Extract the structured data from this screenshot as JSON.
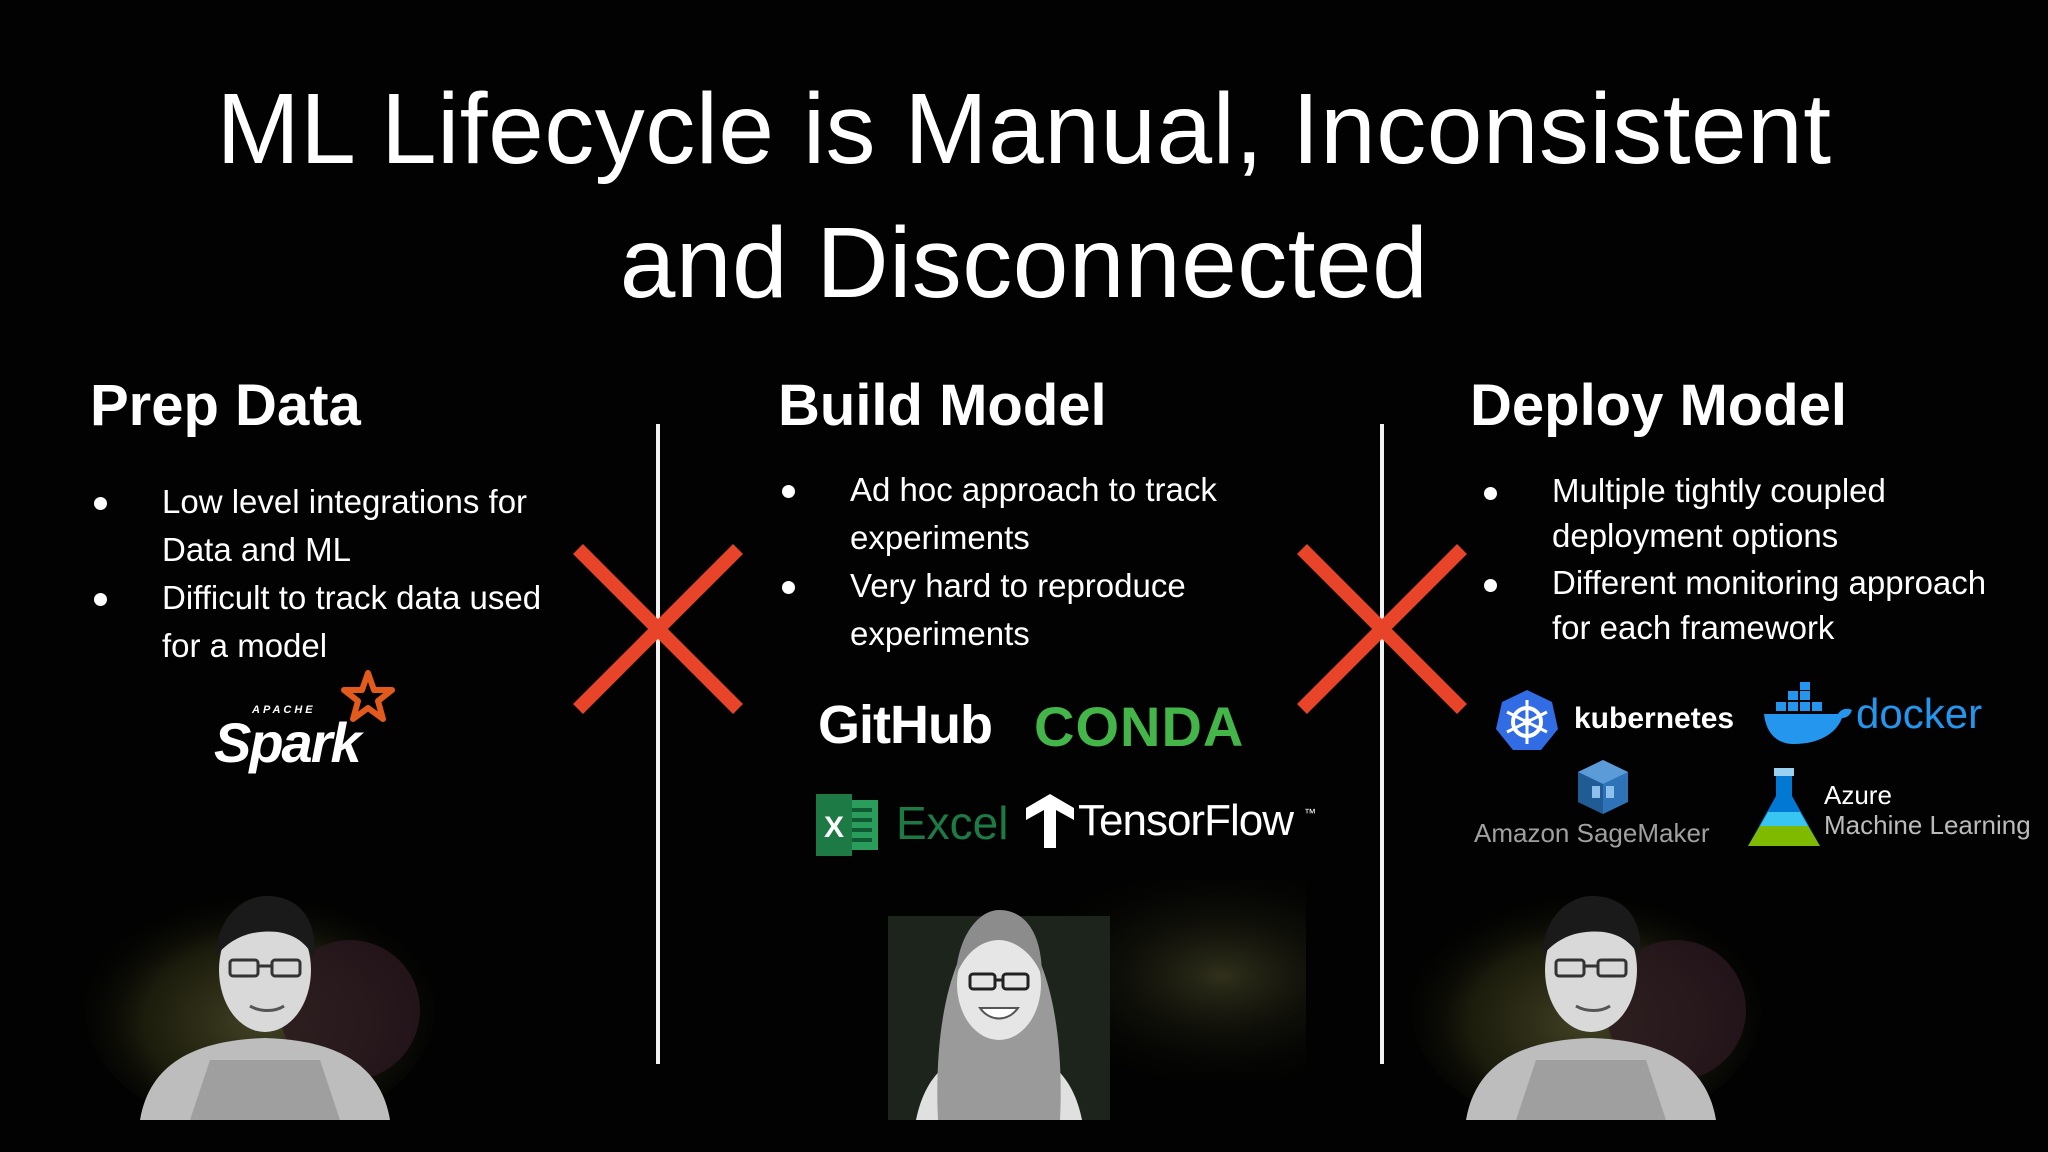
{
  "title": {
    "line1": "ML Lifecycle is Manual, Inconsistent",
    "line2": "and Disconnected"
  },
  "columns": [
    {
      "heading": "Prep Data",
      "bullets": [
        "Low level integrations for Data and ML",
        "Difficult to track data used for a model"
      ],
      "logos": [
        "Spark"
      ]
    },
    {
      "heading": "Build Model",
      "bullets": [
        "Ad hoc approach to track experiments",
        "Very hard to reproduce experiments"
      ],
      "logos": [
        "GitHub",
        "CONDA",
        "Excel",
        "TensorFlow"
      ]
    },
    {
      "heading": "Deploy Model",
      "bullets": [
        "Multiple tightly coupled deployment options",
        "Different monitoring approach for each framework"
      ],
      "logos": [
        "kubernetes",
        "docker",
        "Amazon SageMaker",
        "Azure",
        "Machine Learning"
      ]
    }
  ],
  "logo_text": {
    "spark_small": "APACHE",
    "spark": "Spark",
    "github": "GitHub",
    "conda": "CONDA",
    "excel": "Excel",
    "tensorflow": "TensorFlow",
    "tm": "™",
    "kubernetes": "kubernetes",
    "docker": "docker",
    "sagemaker": "Amazon SageMaker",
    "azure": "Azure",
    "azure_ml": "Machine Learning"
  },
  "colors": {
    "background": "#020202",
    "text": "#ffffff",
    "cross": "#e8442a",
    "conda": "#44b549",
    "excel": "#1d7a45",
    "kubernetes": "#326ce5",
    "docker": "#2496ed",
    "spark_star": "#e25a1c"
  },
  "icons": [
    "spark-star-icon",
    "kubernetes-wheel-icon",
    "docker-whale-icon",
    "sagemaker-cube-icon",
    "azure-flask-icon",
    "excel-icon",
    "tensorflow-icon",
    "cross-icon"
  ]
}
